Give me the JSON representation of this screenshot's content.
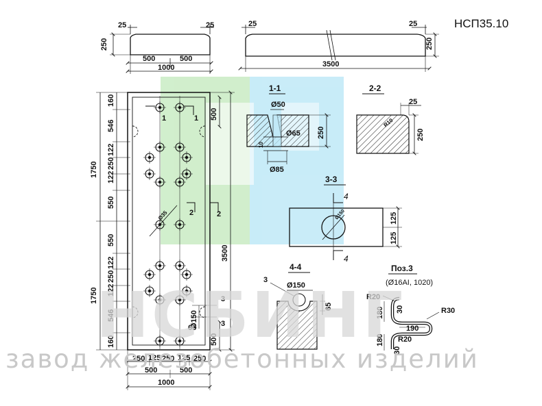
{
  "drawing": {
    "mark": "НСП35.10",
    "top_small": {
      "d1": "25",
      "d2": "25",
      "height": "250",
      "half1": "500",
      "half2": "500",
      "width": "1000"
    },
    "top_long": {
      "d1": "25",
      "d2": "25",
      "height": "250",
      "length": "3500"
    },
    "plan": {
      "left_dims": [
        "160",
        "546",
        "122",
        "250",
        "122",
        "550",
        "550",
        "122",
        "250",
        "122",
        "546",
        "160"
      ],
      "left_totals": [
        "1750",
        "1750"
      ],
      "right_total": "3500",
      "right_top": "500",
      "right_bottom": "500",
      "hole_dia": "Ø150",
      "d65": "65",
      "d3a": "3",
      "d3b": "3",
      "bottom_dims": [
        "250",
        "125",
        "250",
        "125",
        "250"
      ],
      "bottom_halves": [
        "500",
        "500"
      ],
      "bottom_total": "1000",
      "cut_marks": [
        "1",
        "1",
        "2",
        "2"
      ],
      "diag_label": "Ø35"
    },
    "sec11": {
      "title": "1-1",
      "d50": "Ø50",
      "d65": "Ø65",
      "d85": "Ø85",
      "h": "250",
      "d10": "10"
    },
    "sec22": {
      "title": "2-2",
      "d25": "25",
      "h": "250",
      "r": "R10"
    },
    "sec33": {
      "title": "3-3",
      "d1": "125",
      "d2": "125",
      "cut": [
        "4",
        "4"
      ],
      "r": "Ø150"
    },
    "sec44": {
      "title": "4-4",
      "pos": "3",
      "d150": "Ø150",
      "d65": "65"
    },
    "pos3": {
      "title": "Поз.3",
      "spec": "(Ø16АI, 1020)",
      "r20a": "R20",
      "r20b": "R20",
      "r30": "R30",
      "d180a": "180",
      "d180b": "180",
      "d30a": "30",
      "d30b": "30",
      "d190": "190"
    }
  },
  "watermark": {
    "logo": "НСБИНГ",
    "text": "завод железобетонных изделий"
  },
  "colors": {
    "line": "#111111",
    "wm_green": "#c9ecc4",
    "wm_blue": "#bfe9f7",
    "wm_gray": "#d8d8d8"
  }
}
